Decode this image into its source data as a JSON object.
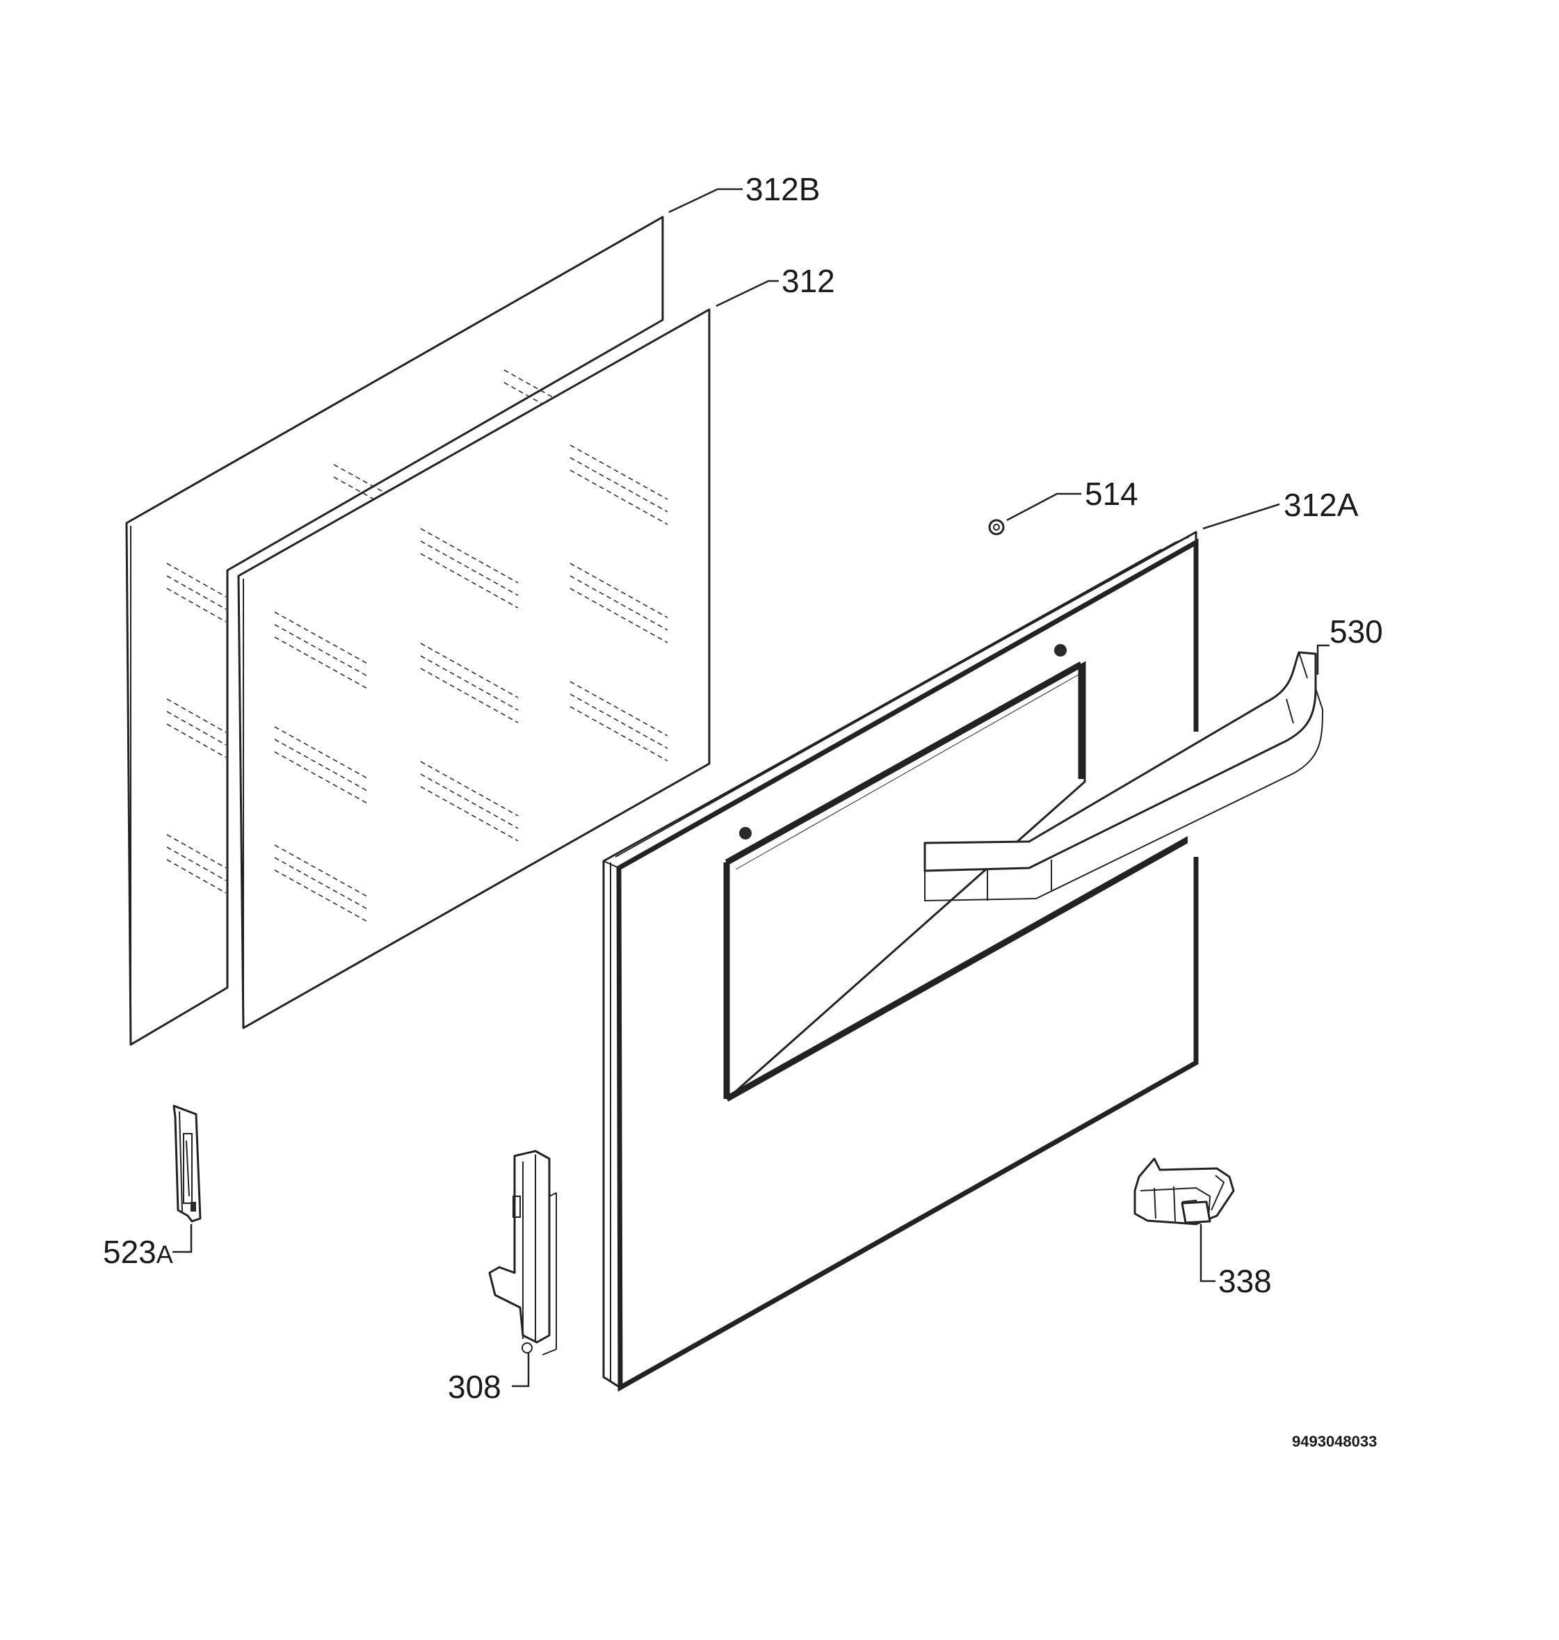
{
  "diagram": {
    "part_numbers": {
      "p312B": "312B",
      "p312": "312",
      "p514": "514",
      "p312A": "312A",
      "p530": "530",
      "p523A_main": "523",
      "p523A_suffix": "A",
      "p308": "308",
      "p338": "338"
    },
    "drawing_number": "9493048033"
  }
}
